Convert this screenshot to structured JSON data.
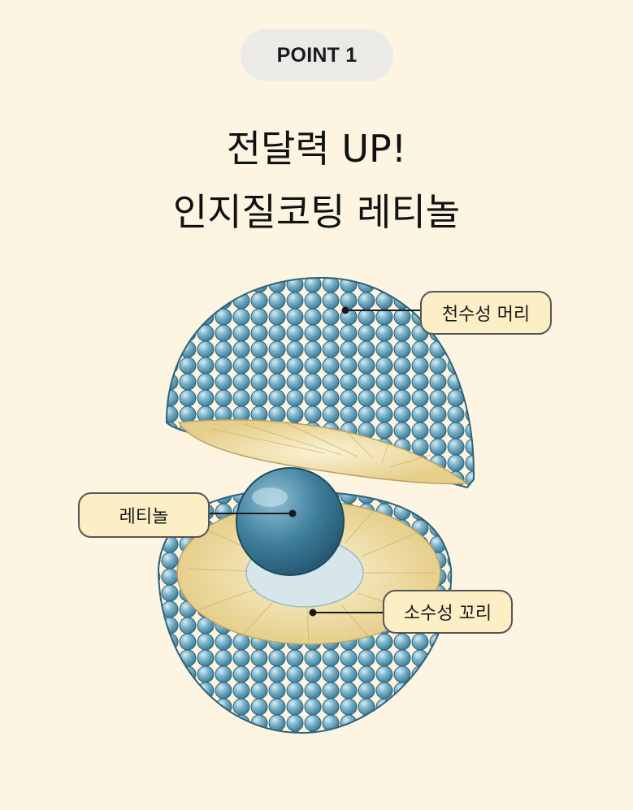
{
  "badge": "POINT 1",
  "headline": {
    "line1": "전달력 UP!",
    "line2": "인지질코팅 레티놀"
  },
  "labels": {
    "hydrophilic_head": "천수성 머리",
    "retinol": "레티놀",
    "hydrophobic_tail": "소수성 꼬리"
  },
  "colors": {
    "background": "#fdf5e2",
    "badge_bg": "#ebeae6",
    "label_bg": "#fcefc6",
    "sphere_blue": "#6fa9c2",
    "tail_yellow": "#ead9a0"
  }
}
